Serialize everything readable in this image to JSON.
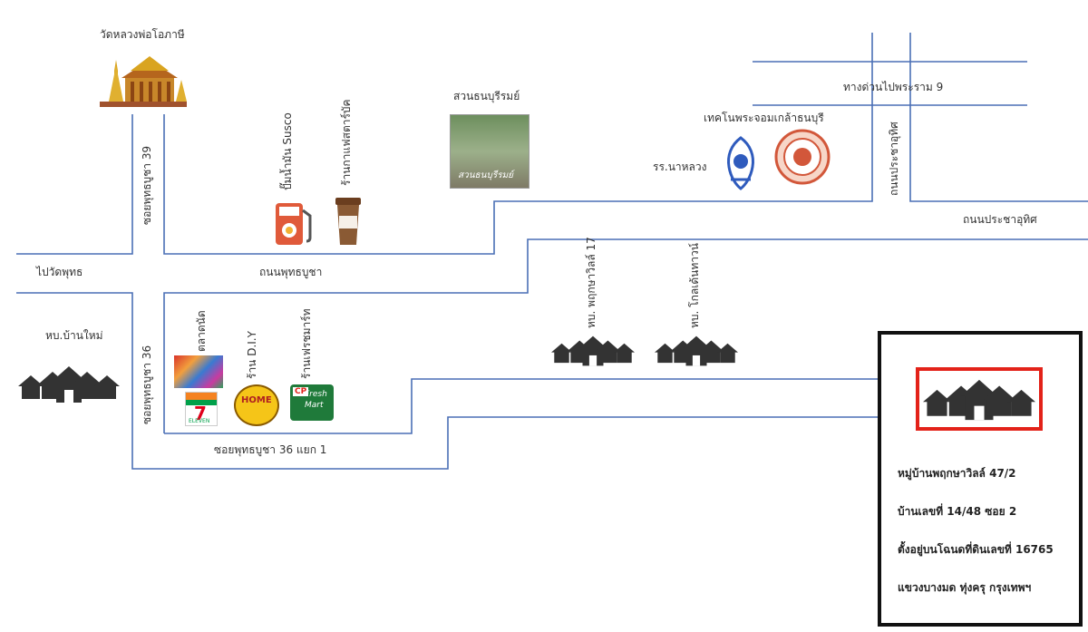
{
  "places": {
    "temple": "วัดหลวงพ่อโอภาษี",
    "park": "สวนธนบุรีรมย์",
    "park_sign": "สวนธนบุรีรมย์",
    "tech_univ": "เทคโนพระจอมเกล้าธนบุรี",
    "school": "รร.นาหลวง",
    "gas_station": "ปั๊มน้ำมัน Susco",
    "coffee_shop": "ร้านกาแฟสตาร์บัค",
    "fresh_market": "ตลาดนัด",
    "diy_store": "ร้าน D.I.Y",
    "fresh_mart": "ร้านเฟรชมาร์ท",
    "village_banmai": "หบ.บ้านใหม่",
    "village_pruksa17": "หบ. พฤกษาวิลล์ 17",
    "village_golden": "หบ. โกลเด้นทาวน์"
  },
  "roads": {
    "soi39": "ซอยพุทธบูชา 39",
    "soi36": "ซอยพุทธบูชา 36",
    "soi36_1": "ซอยพุทธบูชา 36 แยก 1",
    "phutthabucha": "ถนนพุทธบูชา",
    "to_wat_phut": "ไปวัดพุทธ",
    "pracha_uthit": "ถนนประชาอุทิศ",
    "pracha_uthit_v": "ถนนประชาอุทิศ",
    "expressway": "ทางด่วนไปพระราม 9"
  },
  "logos": {
    "seven_eleven": "7",
    "seven_sub": "ELEVEN",
    "homepro": "HOME",
    "cp_brand": "CP",
    "cp_line1": "Fresh",
    "cp_line2": "Mart"
  },
  "info_box": {
    "line1": "หมู่บ้านพฤกษาวิลล์ 47/2",
    "line2": "บ้านเลขที่ 14/48 ซอย 2",
    "line3": "ตั้งอยู่บนโฉนดที่ดินเลขที่ 16765",
    "line4": "แขวงบางมด  ทุ่งครุ  กรุงเทพฯ"
  },
  "colors": {
    "road": "#4a6fb5",
    "frame": "#e32219",
    "houses": "#333333"
  }
}
